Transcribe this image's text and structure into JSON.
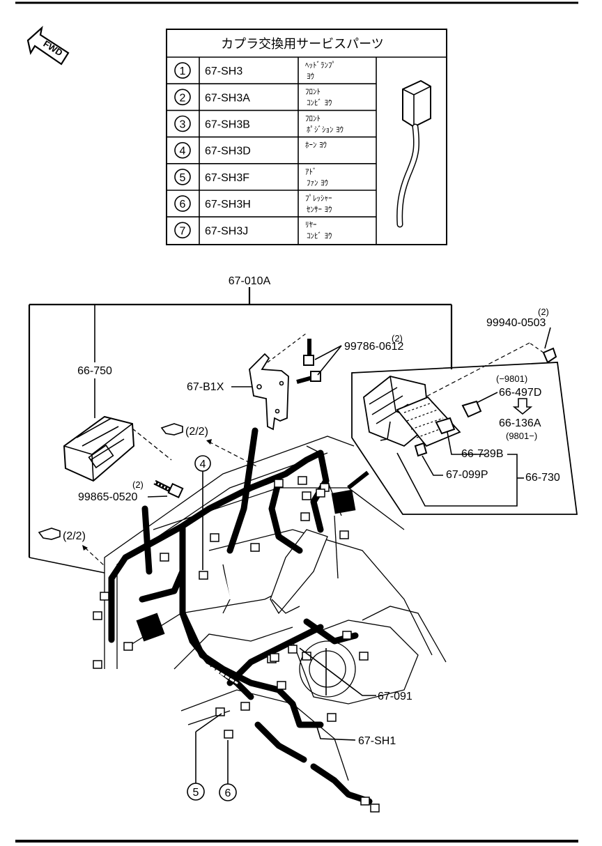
{
  "table": {
    "title": "カプラ交換用サービスパーツ",
    "rows": [
      {
        "num": "1",
        "code": "67-SH3",
        "desc": [
          "ﾍｯﾄﾞﾗﾝﾌﾟ",
          "ﾖｳ"
        ]
      },
      {
        "num": "2",
        "code": "67-SH3A",
        "desc": [
          "ﾌﾛﾝﾄ",
          "ｺﾝﾋﾞ ﾖｳ"
        ]
      },
      {
        "num": "3",
        "code": "67-SH3B",
        "desc": [
          "ﾌﾛﾝﾄ",
          "ﾎﾟｼﾞｼｮﾝ ﾖｳ"
        ]
      },
      {
        "num": "4",
        "code": "67-SH3D",
        "desc": [
          "ﾎｰﾝ ﾖｳ",
          ""
        ]
      },
      {
        "num": "5",
        "code": "67-SH3F",
        "desc": [
          "ｱﾄﾞ",
          "ﾌｧﾝ ﾖｳ"
        ]
      },
      {
        "num": "6",
        "code": "67-SH3H",
        "desc": [
          "ﾌﾟﾚｯｼｬｰ",
          "ｾﾝｻｰ ﾖｳ"
        ]
      },
      {
        "num": "7",
        "code": "67-SH3J",
        "desc": [
          "ﾘﾔｰ",
          "ｺﾝﾋﾞ ﾖｳ"
        ]
      }
    ]
  },
  "fwd_label": "FWD",
  "parts": {
    "main_harness": "67-010A",
    "p66750": "66-750",
    "p67b1x": "67-B1X",
    "p99786": "99786-0612",
    "p99786_qty": "(2)",
    "p99940": "99940-0503",
    "p99940_qty": "(2)",
    "p9801_prefix": "(−9801)",
    "p66497d": "66-497D",
    "p66136a": "66-136A",
    "p9801_suffix": "(9801−)",
    "p66739b": "66-739B",
    "p67099p": "67-099P",
    "p66730": "66-730",
    "p99865": "99865-0520",
    "p99865_qty": "(2)",
    "ref_upper": "(2/2)",
    "ref_left": "(2/2)",
    "p67091": "67-091",
    "p67sh1": "67-SH1",
    "callout_4": "4",
    "callout_5": "5",
    "callout_6": "6"
  }
}
